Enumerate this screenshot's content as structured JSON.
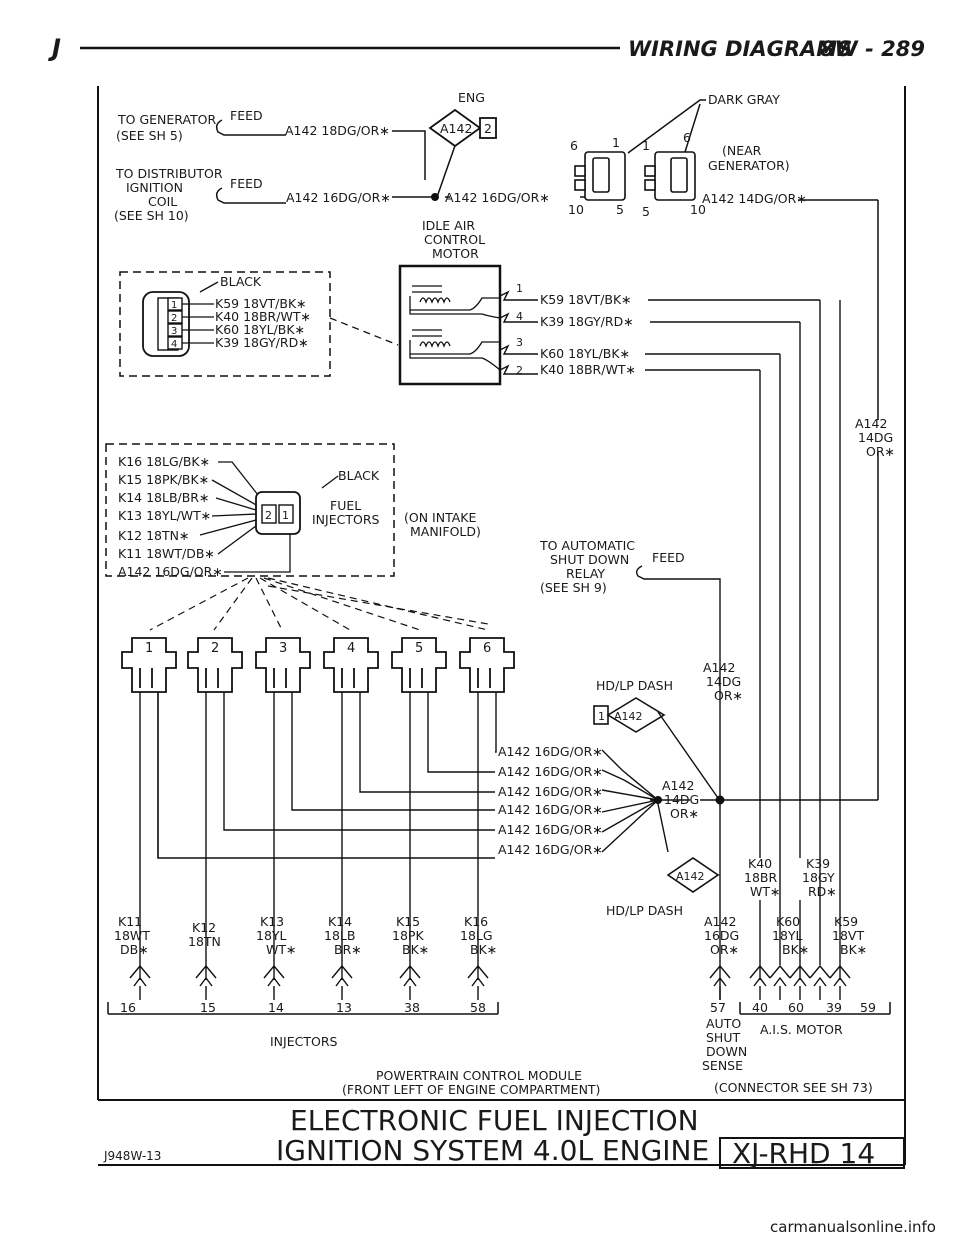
{
  "header": {
    "left_letter": "J",
    "title": "WIRING DIAGRAMS",
    "page": "8W - 289"
  },
  "top": {
    "eng": "ENG",
    "dark_gray": "DARK GRAY",
    "to_generator_1": "TO GENERATOR",
    "to_generator_2": "(SEE SH 5)",
    "feed": "FEED",
    "wire_a142_18dg": "A142 18DG/OR∗",
    "to_distributor_1": "TO DISTRIBUTOR",
    "to_distributor_2": "IGNITION",
    "to_distributor_3": "COIL",
    "to_distributor_4": "(SEE SH 10)",
    "wire_a142_16dg": "A142 16DG/OR∗",
    "splice_a142": "A142",
    "splice_2": "2",
    "near_generator_1": "(NEAR",
    "near_generator_2": "GENERATOR)",
    "wire_a142_14dg": "A142 14DG/OR∗",
    "pin_6": "6",
    "pin_1": "1",
    "pin_10": "10",
    "pin_5": "5"
  },
  "iac": {
    "title_1": "IDLE AIR",
    "title_2": "CONTROL",
    "title_3": "MOTOR",
    "black": "BLACK",
    "k59": "K59 18VT/BK∗",
    "k40": "K40 18BR/WT∗",
    "k60": "K60 18YL/BK∗",
    "k39": "K39 18GY/RD∗",
    "pins": [
      "1",
      "2",
      "3",
      "4"
    ],
    "motor_pin_1": "1",
    "motor_pin_4": "4",
    "motor_pin_3": "3",
    "motor_pin_2": "2"
  },
  "right": {
    "a142": "A142",
    "dg14": "14DG",
    "or": "OR∗"
  },
  "injectors": {
    "legend": [
      "K16 18LG/BK∗",
      "K15 18PK/BK∗",
      "K14 18LB/BR∗",
      "K13 18YL/WT∗",
      "K12 18TN∗",
      "K11 18WT/DB∗",
      "A142 16DG/OR∗"
    ],
    "black": "BLACK",
    "fuel": "FUEL",
    "inj": "INJECTORS",
    "pin_2": "2",
    "pin_1": "1",
    "manifold_1": "(ON INTAKE",
    "manifold_2": "MANIFOLD)",
    "numbers": [
      "1",
      "2",
      "3",
      "4",
      "5",
      "6"
    ],
    "feed_wire": "A142 16DG/OR∗"
  },
  "asd": {
    "line_1": "TO AUTOMATIC",
    "line_2": "SHUT DOWN",
    "line_3": "RELAY",
    "line_4": "(SEE SH 9)",
    "feed": "FEED"
  },
  "hdlp": {
    "dash": "HD/LP DASH",
    "a142": "A142",
    "dg14": "14DG",
    "or": "OR∗",
    "conn_num": "1",
    "conn_lbl": "A142",
    "splice_a142": "A142",
    "splice_14dg": "14DG",
    "splice_or": "OR∗",
    "lower_a142": "A142",
    "lower_dash": "HD/LP DASH"
  },
  "k_stack": {
    "k40": "K40",
    "br18": "18BR",
    "wt": "WT∗",
    "k39": "K39",
    "gy18": "18GY",
    "rd": "RD∗"
  },
  "bottom": {
    "k11": [
      "K11",
      "18WT",
      "DB∗"
    ],
    "k12": [
      "K12",
      "18TN"
    ],
    "k13": [
      "K13",
      "18YL",
      "WT∗"
    ],
    "k14": [
      "K14",
      "18LB",
      "BR∗"
    ],
    "k15": [
      "K15",
      "18PK",
      "BK∗"
    ],
    "k16": [
      "K16",
      "18LG",
      "BK∗"
    ],
    "a142": [
      "A142",
      "16DG",
      "OR∗"
    ],
    "k60": [
      "K60",
      "18YL",
      "BK∗"
    ],
    "k59": [
      "K59",
      "18VT",
      "BK∗"
    ]
  },
  "pcm": {
    "left_pins": [
      "16",
      "15",
      "14",
      "13",
      "38",
      "58"
    ],
    "pin_57": "57",
    "ais_pins": [
      "40",
      "60",
      "39",
      "59"
    ],
    "injectors": "INJECTORS",
    "auto_1": "AUTO",
    "auto_2": "SHUT",
    "auto_3": "DOWN",
    "auto_4": "SENSE",
    "ais": "A.I.S. MOTOR",
    "module_1": "POWERTRAIN CONTROL MODULE",
    "module_2": "(FRONT LEFT OF ENGINE COMPARTMENT)",
    "connector": "(CONNECTOR SEE SH 73)"
  },
  "footer": {
    "title_1": "ELECTRONIC FUEL INJECTION",
    "title_2": "IGNITION SYSTEM 4.0L ENGINE",
    "code": "J948W-13",
    "page_code": "XJ-RHD 14"
  },
  "watermark": "carmanualsonline.info"
}
